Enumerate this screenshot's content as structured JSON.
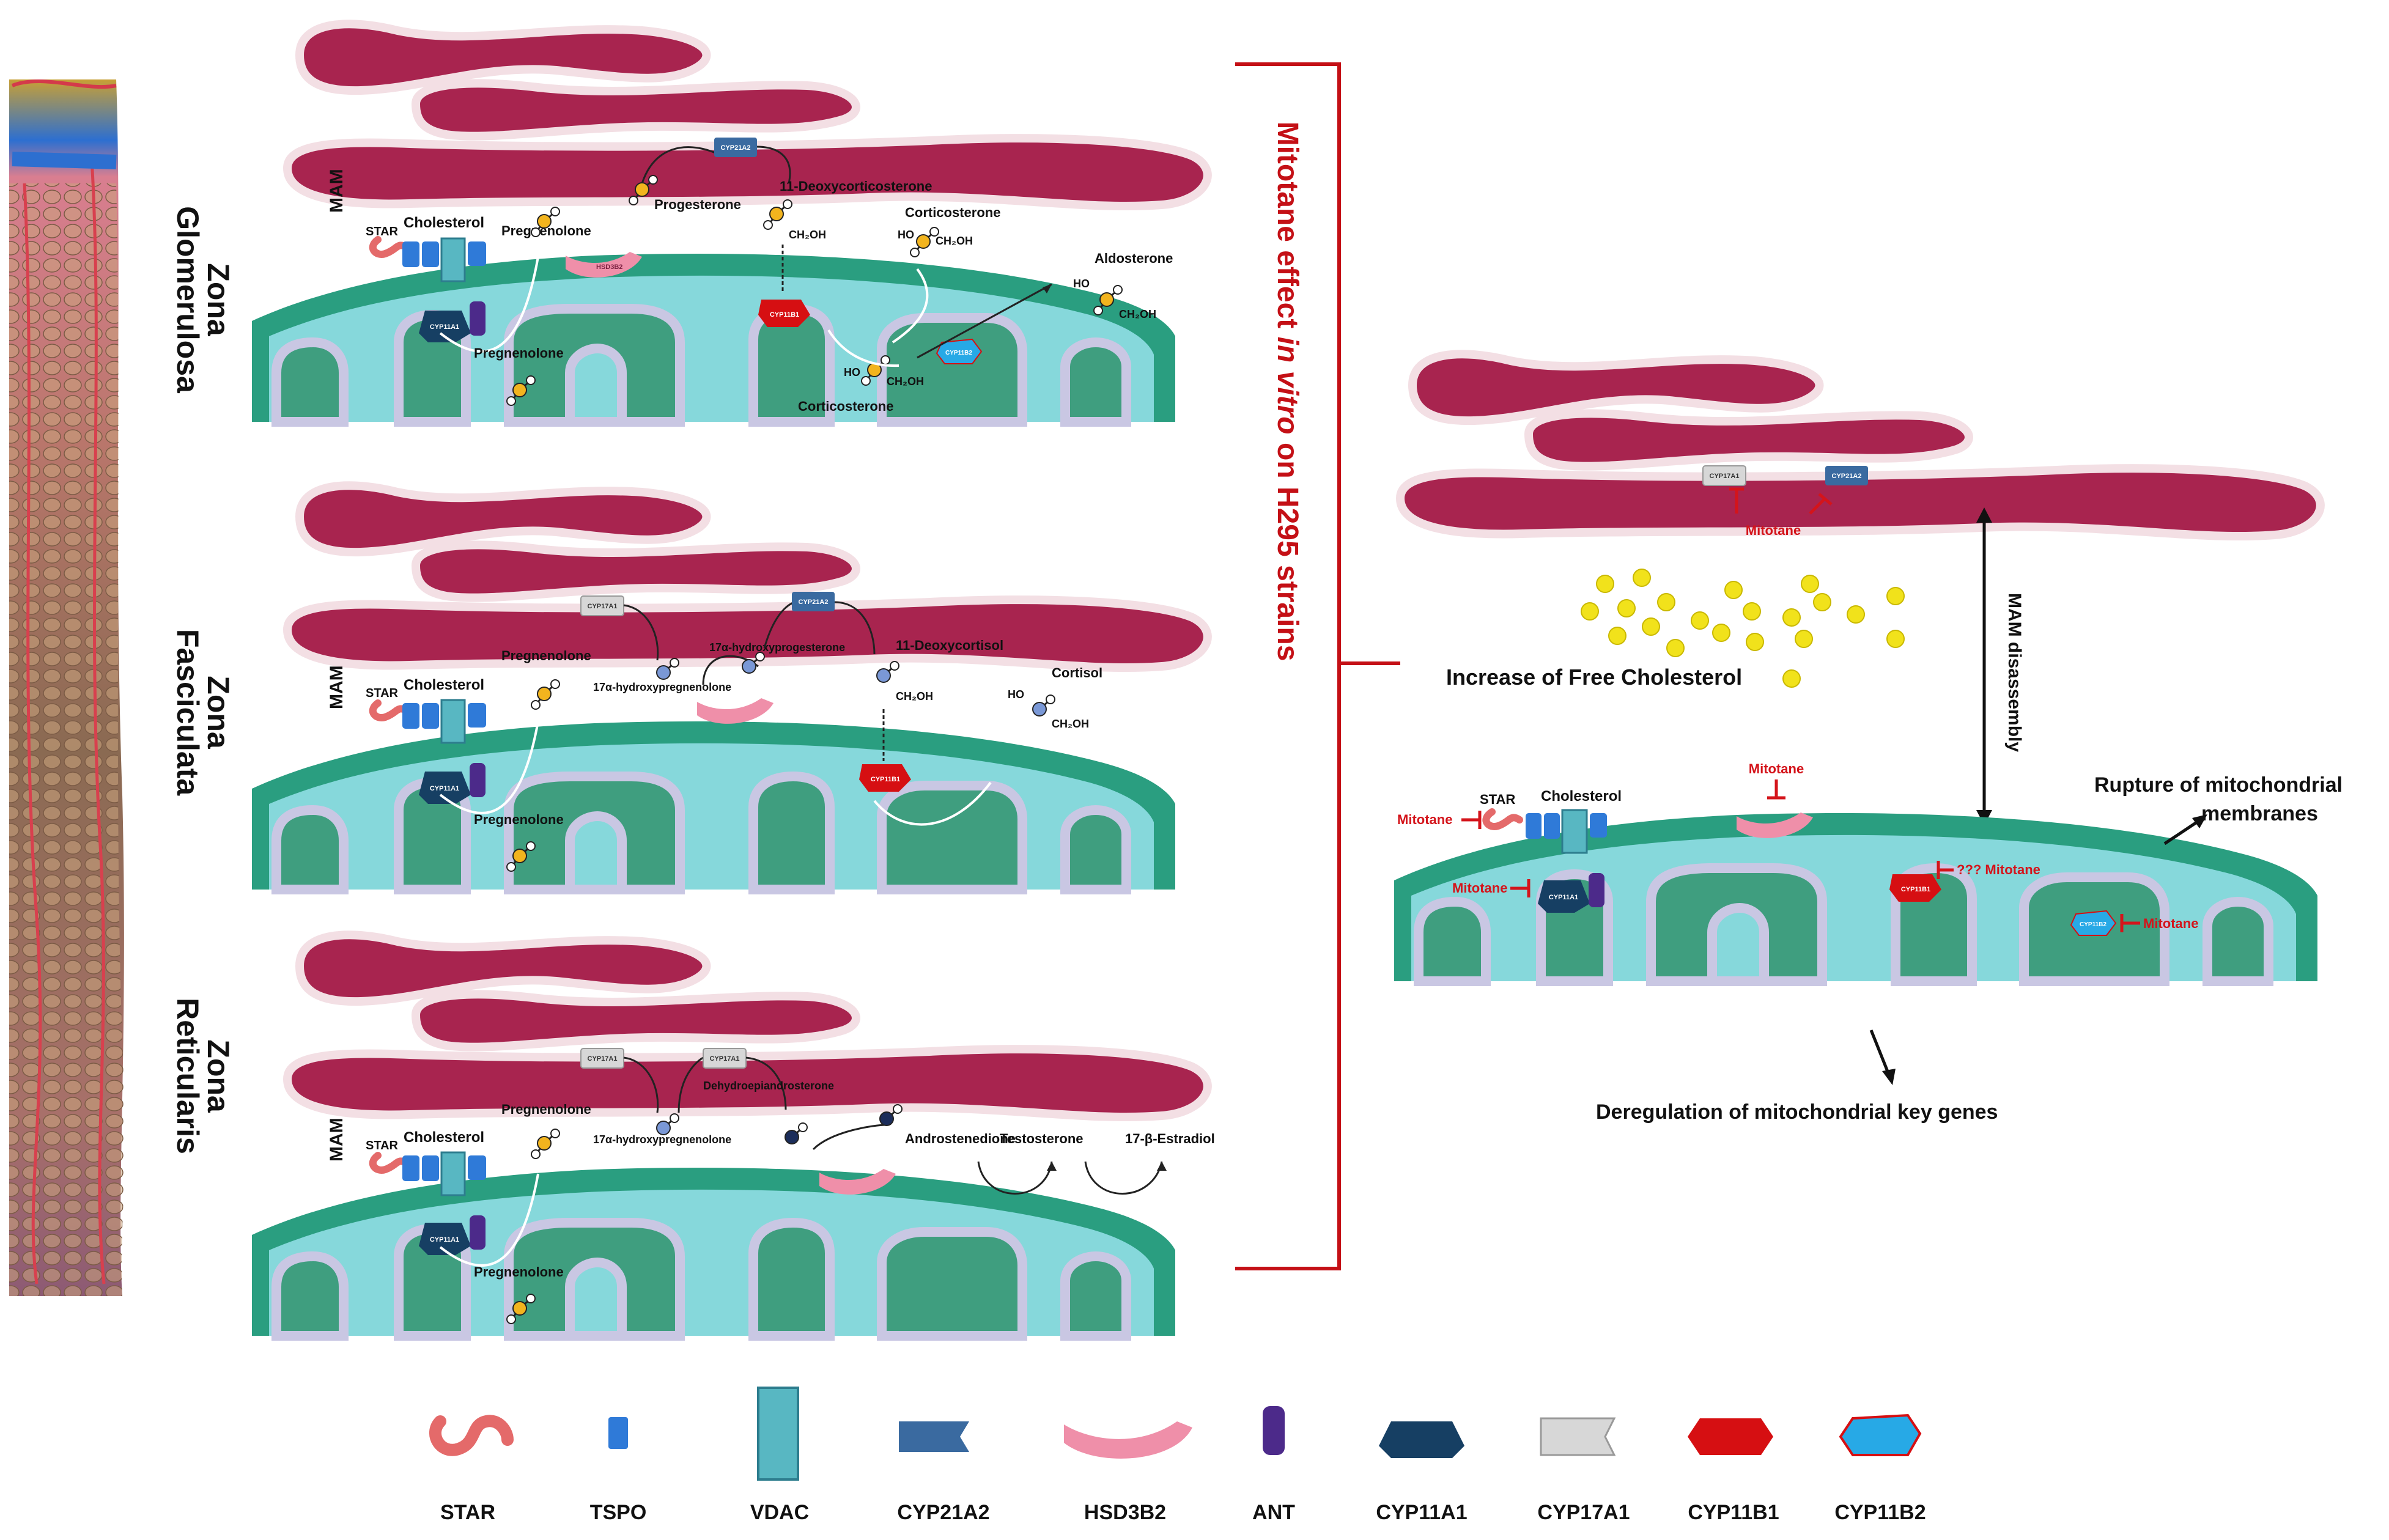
{
  "zones": {
    "glomerulosa": {
      "title_line1": "Zona",
      "title_line2": "Glomerulosa",
      "mam": "MAM",
      "star": "STAR",
      "cholesterol": "Cholesterol",
      "pregnenolone_top": "Pregnenolone",
      "pregnenolone_bottom": "Pregnenolone",
      "progesterone": "Progesterone",
      "deoxycorticosterone": "11-Deoxycorticosterone",
      "corticosterone_top": "Corticosterone",
      "corticosterone_bottom": "Corticosterone",
      "aldosterone": "Aldosterone",
      "ch2oh_1": "CH₂OH",
      "ch2oh_2": "CH₂OH",
      "ch2oh_3": "CH₂OH",
      "ch2oh_4": "CH₂OH",
      "ho_1": "HO",
      "ho_2": "HO",
      "ho_3": "HO"
    },
    "fasciculata": {
      "title_line1": "Zona",
      "title_line2": "Fasciculata",
      "mam": "MAM",
      "star": "STAR",
      "cholesterol": "Cholesterol",
      "pregnenolone_top": "Pregnenolone",
      "pregnenolone_bottom": "Pregnenolone",
      "hydroxypregnenolone": "17α-hydroxypregnenolone",
      "hydroxyprogesterone": "17α-hydroxyprogesterone",
      "deoxycortisol": "11-Deoxycortisol",
      "cortisol": "Cortisol",
      "ch2oh_1": "CH₂OH",
      "ch2oh_2": "CH₂OH",
      "ho_1": "HO"
    },
    "reticularis": {
      "title_line1": "Zona",
      "title_line2": "Reticularis",
      "mam": "MAM",
      "star": "STAR",
      "cholesterol": "Cholesterol",
      "pregnenolone_top": "Pregnenolone",
      "pregnenolone_bottom": "Pregnenolone",
      "hydroxypregnenolone": "17α-hydroxypregnenolone",
      "dhea": "Dehydroepiandrosterone",
      "androstenedione": "Androstenedione",
      "testosterone": "Testosterone",
      "estradiol": "17-β-Estradiol"
    }
  },
  "effect_title_part1": "Mitotane effect ",
  "effect_title_italic": "in vitro",
  "effect_title_part2": " on H295 strains",
  "right_panel": {
    "mitotane_er": "Mitotane",
    "free_cholesterol": "Increase of Free Cholesterol",
    "mam_disassembly": "MAM disassembly",
    "mitotane_hsd": "Mitotane",
    "mitotane_star": "Mitotane",
    "star": "STAR",
    "cholesterol": "Cholesterol",
    "mitotane_cyp11a1": "Mitotane",
    "mitotane_cyp11b1": "??? Mitotane",
    "mitotane_cyp11b2": "Mitotane",
    "rupture_line1": "Rupture of mitochondrial",
    "rupture_line2": "membranes",
    "deregulation": "Deregulation of mitochondrial key genes"
  },
  "chips": {
    "cyp21a2": "CYP21A2",
    "cyp17a1": "CYP17A1",
    "hsd3b2": "HSD3B2",
    "cyp11a1": "CYP11A1",
    "cyp11b1": "CYP11B1",
    "cyp11b2": "CYP11B2",
    "tspo": "TSPO",
    "vdac": "VDAC",
    "ant": "ANT"
  },
  "legend": [
    {
      "label": "STAR",
      "icon": "star-protein-icon"
    },
    {
      "label": "TSPO",
      "icon": "tspo-icon"
    },
    {
      "label": "VDAC",
      "icon": "vdac-icon"
    },
    {
      "label": "CYP21A2",
      "icon": "cyp21a2-icon"
    },
    {
      "label": "HSD3B2",
      "icon": "hsd3b2-icon"
    },
    {
      "label": "ANT",
      "icon": "ant-icon"
    },
    {
      "label": "CYP11A1",
      "icon": "cyp11a1-icon"
    },
    {
      "label": "CYP17A1",
      "icon": "cyp17a1-icon"
    },
    {
      "label": "CYP11B1",
      "icon": "cyp11b1-icon"
    },
    {
      "label": "CYP11B2",
      "icon": "cyp11b2-icon"
    }
  ],
  "colors": {
    "er_dark": "#a8244f",
    "er_light": "#f3dfe4",
    "mito_outer": "#2a9e80",
    "mito_matrix": "#86d8db",
    "mito_cristae": "#3f9e7f",
    "cyp21a2": "#3a6aa0",
    "cyp17a1": "#d7d7d7",
    "hsd3b2": "#ef8fa9",
    "cyp11a1": "#163f63",
    "cyp11b1": "#d60f12",
    "cyp11b2": "#27a9e6",
    "ant": "#4c2a8a",
    "star": "#e46a6a",
    "mitotane": "#d4141b",
    "cholesterol_dot": "#f1e21b"
  }
}
